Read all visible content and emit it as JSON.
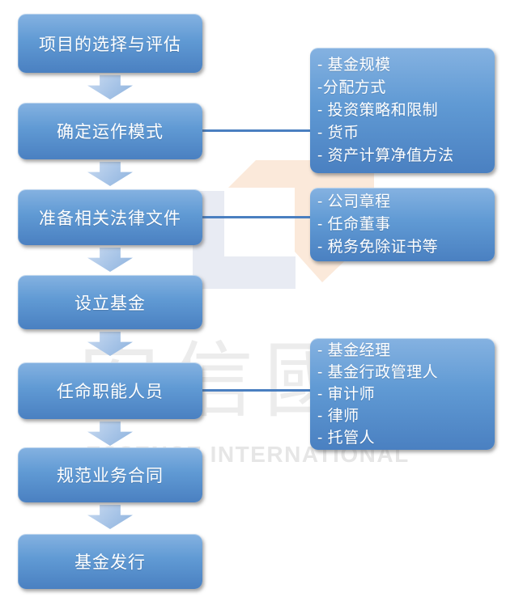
{
  "flow": {
    "steps": [
      {
        "label": "项目的选择与评估"
      },
      {
        "label": "确定运作模式"
      },
      {
        "label": "准备相关法律文件"
      },
      {
        "label": "设立基金"
      },
      {
        "label": "任命职能人员"
      },
      {
        "label": "规范业务合同"
      },
      {
        "label": "基金发行"
      }
    ]
  },
  "side_panels": [
    {
      "items": [
        "- 基金规模",
        "-分配方式",
        "- 投资策略和限制",
        "- 货币",
        "- 资产计算净值方法"
      ]
    },
    {
      "items": [
        "- 公司章程",
        "- 任命董事",
        "- 税务免除证书等"
      ]
    },
    {
      "items": [
        "- 基金经理",
        "- 基金行政管理人",
        "- 审计师",
        "- 律师",
        "- 托管人"
      ]
    }
  ],
  "watermark": {
    "cjk_text": "安信國際",
    "latin_text": "ESSENCE INTERNATIONAL"
  },
  "colors": {
    "box_blue_top": "#85b2e1",
    "box_blue_bottom": "#4a80c1",
    "arrow_blue": "#a7c4e7",
    "line_blue": "#4a7fc0",
    "watermark_orange": "#fbe9da",
    "watermark_gray": "#e8ebf3",
    "watermark_text_gray": "#ececec"
  }
}
